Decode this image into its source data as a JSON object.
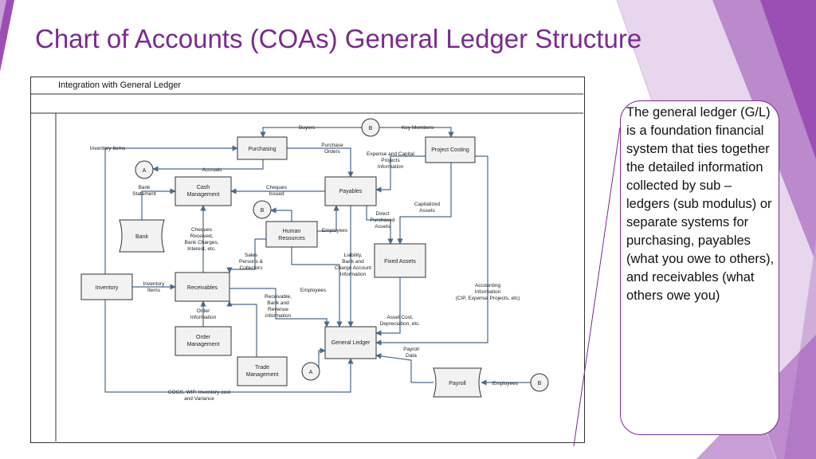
{
  "slide": {
    "title": "Chart of Accounts (COAs) General Ledger Structure",
    "colors": {
      "title": "#7a2a8f",
      "accent": "#9b4fb5",
      "accent_light": "#c9a3d6",
      "flow": "#4a6a8a",
      "box_fill": "#f2f2f2"
    }
  },
  "diagram": {
    "frame_title": "Integration with General Ledger",
    "boxes": {
      "purchasing": "Purchasing",
      "project_costing": "Project Costing",
      "cash_management": [
        "Cash",
        "Management"
      ],
      "payables": "Payables",
      "human_resources": [
        "Human",
        "Resources"
      ],
      "bank": "Bank",
      "fixed_assets": "Fixed Assets",
      "inventory": "Inventory",
      "receivables": "Receivables",
      "order_management": [
        "Order",
        "Management"
      ],
      "general_ledger": "General Ledger",
      "trade_management": [
        "Trade",
        "Management"
      ],
      "payroll": "Payroll"
    },
    "connectors": {
      "a": "A",
      "b": "B"
    },
    "labels": {
      "buyers": "Buyers",
      "key_members": "Key Members",
      "inventory_items_top": "Inventory Items",
      "purchase_orders": [
        "Purchase",
        "Orders"
      ],
      "expense_capital": [
        "Expense and Capital",
        "Projects",
        "Information"
      ],
      "accruals": "Accruals",
      "bank_statement": [
        "Bank",
        "Statement"
      ],
      "cheques_issued": [
        "Cheques",
        "Issued"
      ],
      "capitalized_assets": [
        "Capitalized",
        "Assets"
      ],
      "direct_purchased": [
        "Direct",
        "Purchased",
        "Assets"
      ],
      "employees_hr": "Employees",
      "cheques_received": [
        "Cheques",
        "Received,",
        "Bank Charges,",
        "Interest, etc."
      ],
      "sales_persons": [
        "Sales",
        "Persons &",
        "Collectors"
      ],
      "liability": [
        "Liability,",
        "Bank and",
        "Charge Account",
        "Information"
      ],
      "inventory_items_mid": [
        "Inventory",
        "Items"
      ],
      "employees_gl": "Employees",
      "receivable_bank": [
        "Receivable,",
        "Bank and",
        "Revenue",
        "information"
      ],
      "accounting_info": [
        "Accounting",
        "Information",
        "(CIP, Expense Projects, etc)"
      ],
      "order_information": [
        "Order",
        "Information"
      ],
      "asset_cost": [
        "Asset Cost,",
        "Depreciation, etc."
      ],
      "payroll_data": [
        "Payroll",
        "Data"
      ],
      "employees_payroll": "Employees",
      "cogs": [
        "COGS, WIP, Inventory cost",
        "and Variance"
      ]
    }
  },
  "callout": {
    "text": "The general ledger (G/L) is a foundation financial system that ties together the detailed information collected by sub – ledgers (sub modulus)  or separate systems for purchasing, payables (what you owe to others), and receivables (what others owe you)"
  }
}
